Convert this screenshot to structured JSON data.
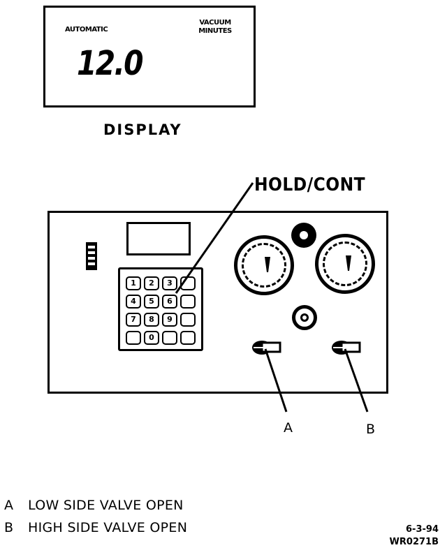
{
  "display": {
    "mode": "AUTOMATIC",
    "unit_line1": "VACUUM",
    "unit_line2": "MINUTES",
    "value": "12.0",
    "caption": "DISPLAY"
  },
  "panel": {
    "hold_label": "HOLD/CONT",
    "keypad_keys": [
      [
        "1",
        "2",
        "3",
        ""
      ],
      [
        "4",
        "5",
        "6",
        ""
      ],
      [
        "7",
        "8",
        "9",
        ""
      ],
      [
        "",
        "0",
        "",
        ""
      ]
    ]
  },
  "callouts": {
    "a": "A",
    "b": "B"
  },
  "legend": [
    {
      "letter": "A",
      "text": "LOW SIDE VALVE OPEN"
    },
    {
      "letter": "B",
      "text": "HIGH SIDE VALVE OPEN"
    }
  ],
  "reference": {
    "date": "6-3-94",
    "code": "WR0271B"
  }
}
